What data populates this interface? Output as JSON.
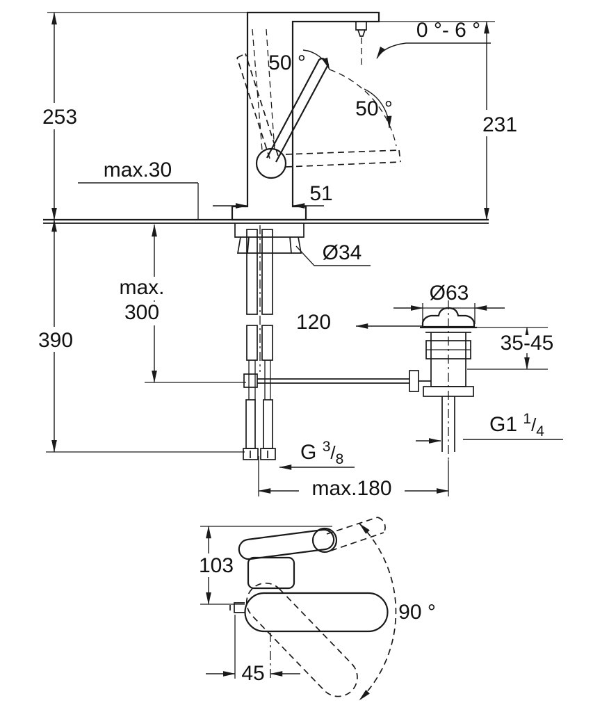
{
  "drawing": {
    "type": "technical-dimension-drawing",
    "subject": "single-lever basin mixer faucet with pop-up waste, installation dimensions",
    "views": [
      "side-elevation",
      "top-plan"
    ]
  },
  "colors": {
    "ink": "#1a1a1a",
    "background": "#ffffff"
  },
  "dims": {
    "height_253": "253",
    "height_231": "231",
    "max_deck_30": "max.30",
    "angle_range_0_6": "0 °- 6 °",
    "angle_50_a": "50 °",
    "angle_50_b": "50 °",
    "depth_51": "51",
    "dia_34": "Ø34",
    "max_300_l1": "max.",
    "max_300_l2": "300",
    "height_390": "390",
    "len_120": "120",
    "dia_63": "Ø63",
    "range_35_45": "35-45",
    "thread_g114": {
      "prefix": "G1",
      "num": "1",
      "slash": "/",
      "den": "4"
    },
    "thread_g38": {
      "prefix": "G",
      "num": "3",
      "slash": "/",
      "den": "8"
    },
    "max_180": "max.180",
    "height_103": "103",
    "angle_90": "90 °",
    "len_45": "45"
  }
}
